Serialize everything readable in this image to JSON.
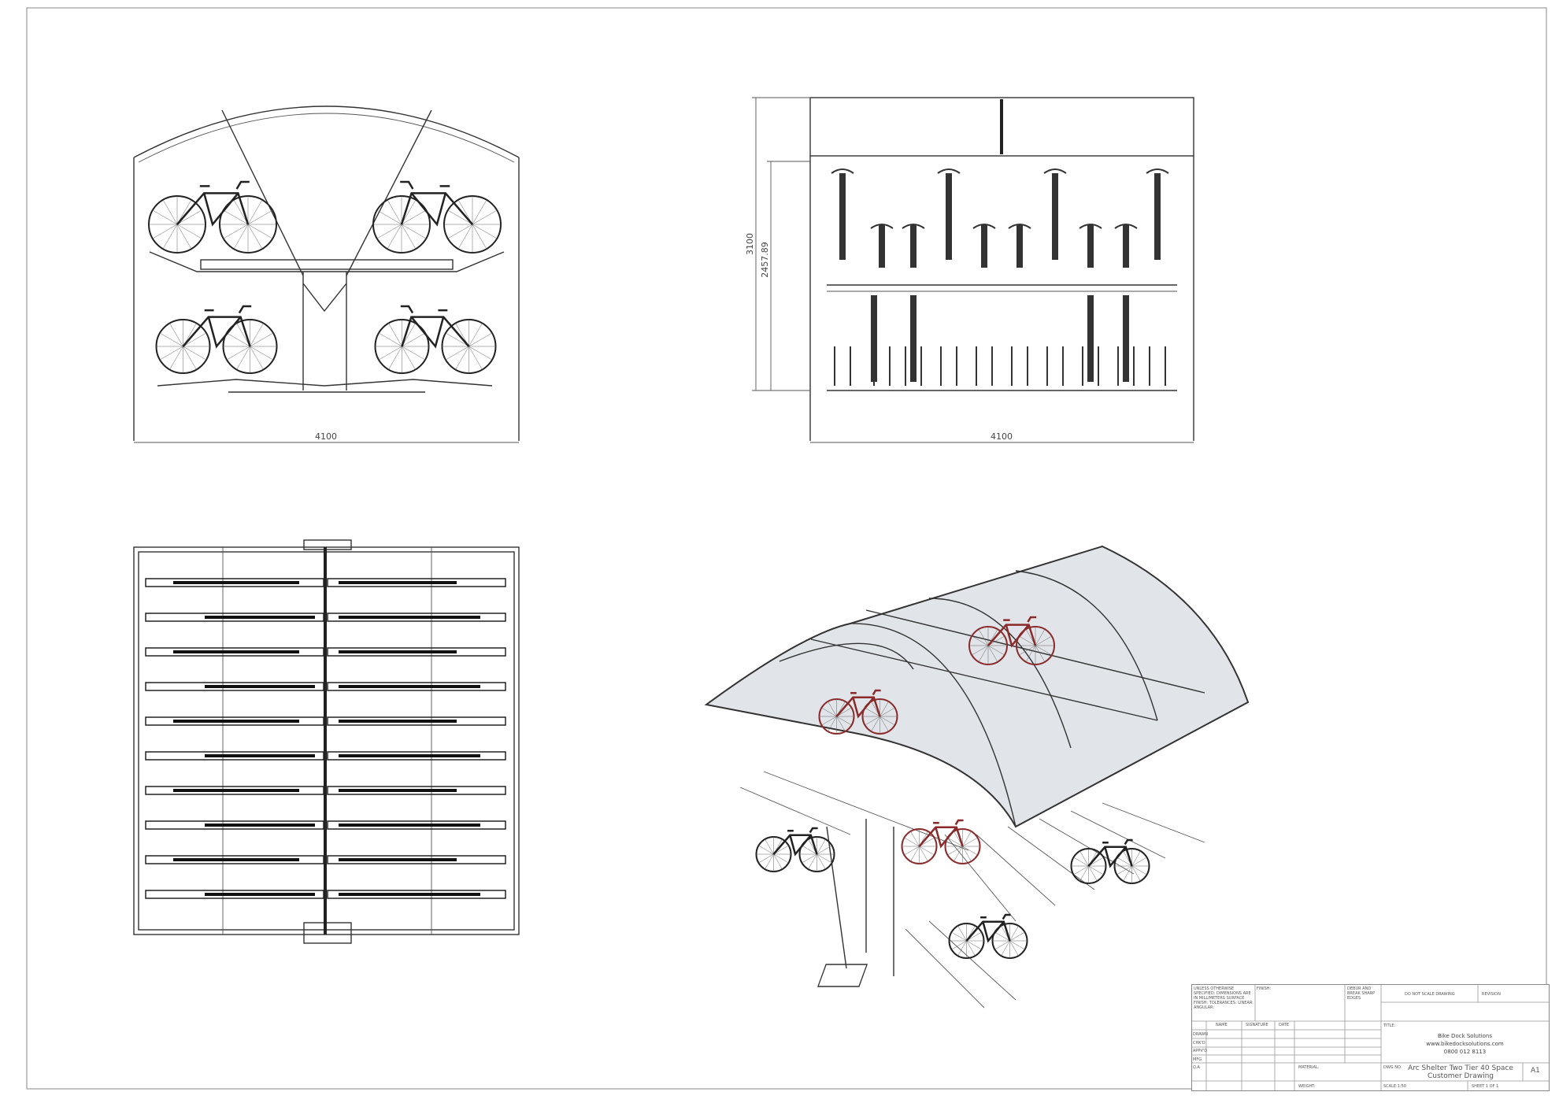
{
  "dimensions": {
    "front_width": "4100",
    "side_width": "4100",
    "side_height_total": "3100",
    "side_height_rack": "2457.89"
  },
  "title_block": {
    "general_notes": "UNLESS OTHERWISE SPECIFIED: DIMENSIONS ARE IN MILLIMETERS SURFACE FINISH: TOLERANCES: LINEAR: ANGULAR:",
    "finish_label": "FINISH:",
    "deburr_label": "DEBUR AND BREAK SHARP EDGES",
    "do_not_scale": "DO NOT SCALE DRAWING",
    "revision_label": "REVISION",
    "col_name": "NAME",
    "col_signature": "SIGNATURE",
    "col_date": "DATE",
    "rows": [
      "DRAWN",
      "CHK'D",
      "APPV'D",
      "MFG",
      "Q.A"
    ],
    "material_label": "MATERIAL:",
    "weight_label": "WEIGHT:",
    "title_label": "TITLE:",
    "company": "Bike Dock Solutions",
    "website": "www.bikedocksolutions.com",
    "phone": "0800 012 8113",
    "dwg_no_label": "DWG NO.",
    "drawing_title_line1": "Arc Shelter Two Tier 40 Space",
    "drawing_title_line2": "Customer Drawing",
    "sheet_size": "A1",
    "scale_label": "SCALE:1:50",
    "sheet_label": "SHEET 1 OF 1"
  },
  "colors": {
    "line": "#333333",
    "glass": "#c9ced6",
    "bike_accent": "#8a2a2a"
  }
}
